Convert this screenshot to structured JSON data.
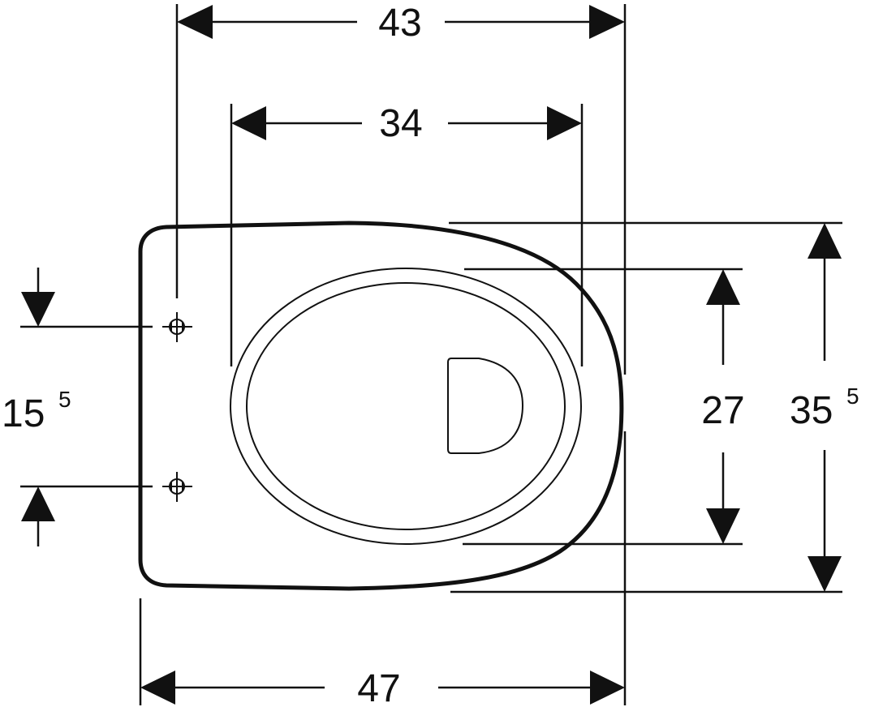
{
  "dimensions": {
    "top_width": {
      "value": "43"
    },
    "inner_width": {
      "value": "34"
    },
    "bottom_width": {
      "value": "47"
    },
    "fixing_spacing": {
      "value": "15",
      "sup": "5"
    },
    "bowl_depth": {
      "value": "27"
    },
    "overall_depth": {
      "value": "35",
      "sup": "5"
    }
  },
  "colors": {
    "line": "#111111",
    "background": "#ffffff"
  }
}
